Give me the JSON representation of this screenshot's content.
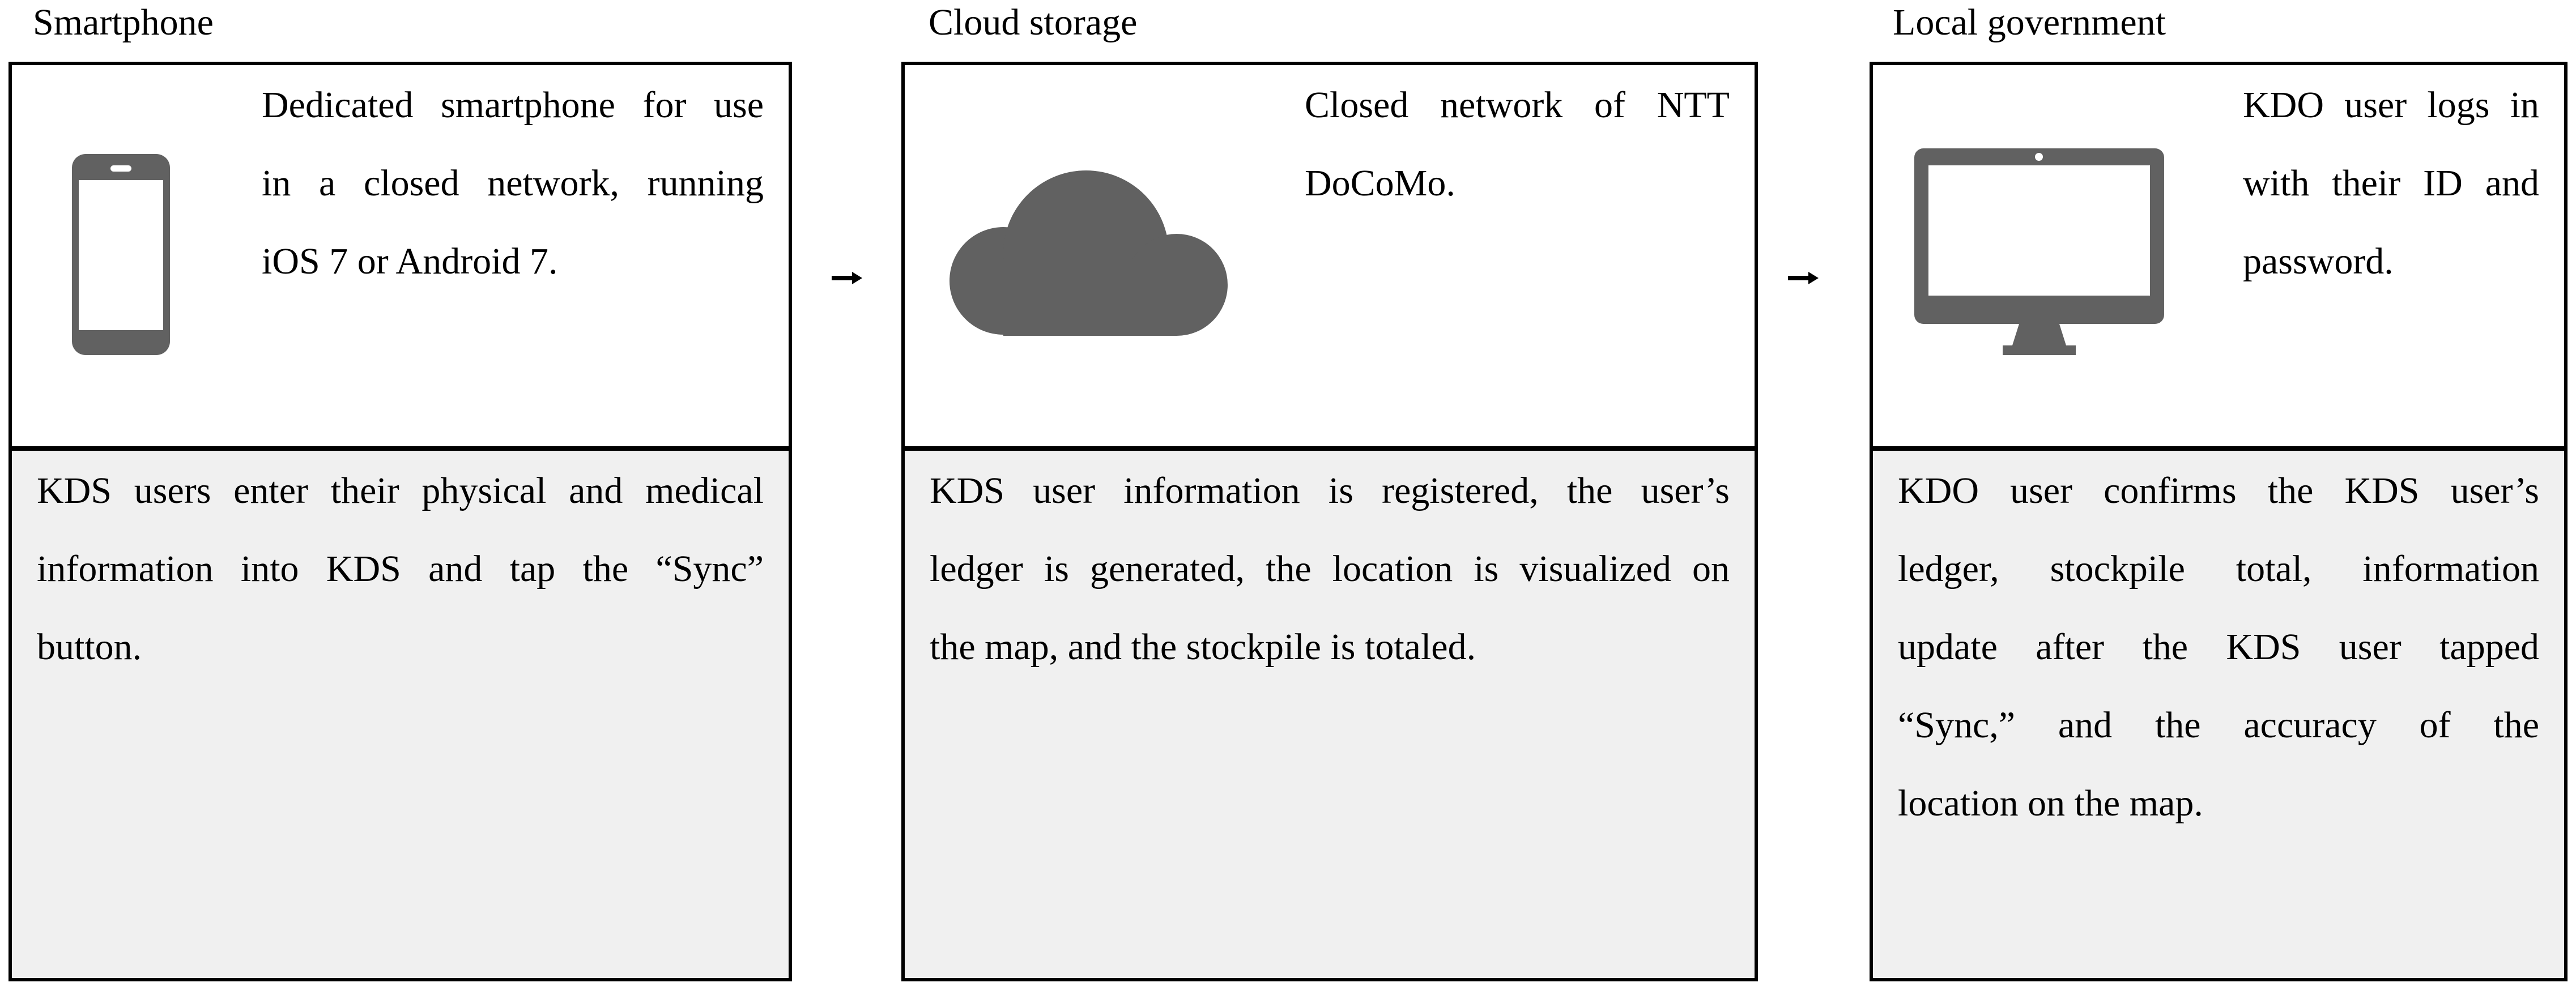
{
  "figure": {
    "type": "flow-diagram",
    "colors": {
      "icon_gray": "#616161",
      "panel_gray": "#f0f0f0",
      "border_black": "#000000",
      "background": "#ffffff"
    },
    "arrow_glyph": "→"
  },
  "columns": [
    {
      "title": "Smartphone",
      "icon": "smartphone-icon",
      "top_lines": [
        "Dedicated smartphone for use",
        "in a closed network, running",
        "iOS 7 or Android 7."
      ],
      "bottom_lines": [
        "KDS users enter their physical and medical",
        "information into KDS and tap the “Sync”",
        "button."
      ]
    },
    {
      "title": "Cloud storage",
      "icon": "cloud-icon",
      "top_lines": [
        "Closed network of NTT",
        "DoCoMo."
      ],
      "bottom_lines": [
        "KDS user information is registered, the user’s",
        "ledger is generated, the location is visualized on",
        "the map, and the stockpile is totaled."
      ]
    },
    {
      "title": "Local government",
      "icon": "monitor-icon",
      "top_lines": [
        "KDO user logs in",
        "with their ID and",
        "password."
      ],
      "bottom_lines": [
        "KDO user confirms the KDS user’s",
        "ledger, stockpile total, information",
        "update after the KDS user tapped",
        "“Sync,” and the accuracy of the",
        "location on the map."
      ]
    }
  ]
}
